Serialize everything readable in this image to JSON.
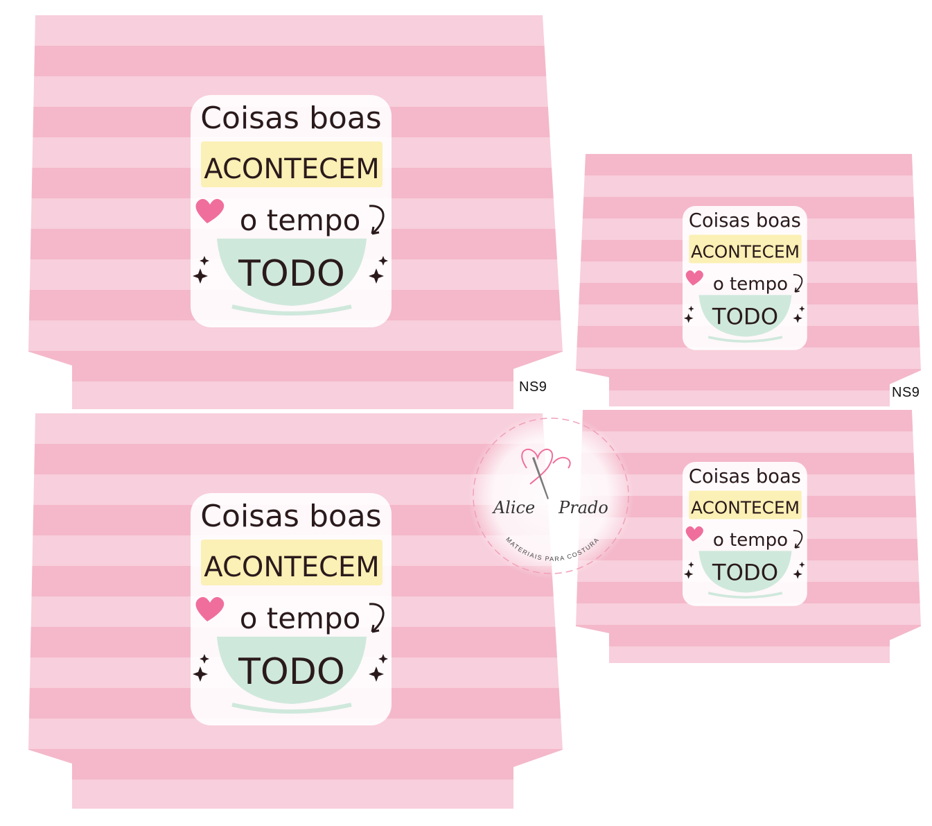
{
  "quote": {
    "line1": "Coisas boas",
    "line2": "ACONTECEM",
    "line3": "o tempo",
    "line4": "TODO"
  },
  "labels": {
    "code_a": "NS9",
    "code_b": "NS9"
  },
  "watermark": {
    "name_left": "Alice",
    "name_right": "Prado",
    "subtitle": "MATERIAIS PARA COSTURA"
  },
  "colors": {
    "stripe_dark": "#f4b8ca",
    "stripe_light": "#f8cfdc",
    "banner_yellow": "#fbf0b5",
    "cup_green": "#cfe8dc",
    "heart_pink": "#f06e9c",
    "text_dark": "#2a1a1c"
  },
  "icons": [
    "heart-icon",
    "sparkle-icon",
    "curved-arrow-icon",
    "sewing-needle-icon"
  ]
}
